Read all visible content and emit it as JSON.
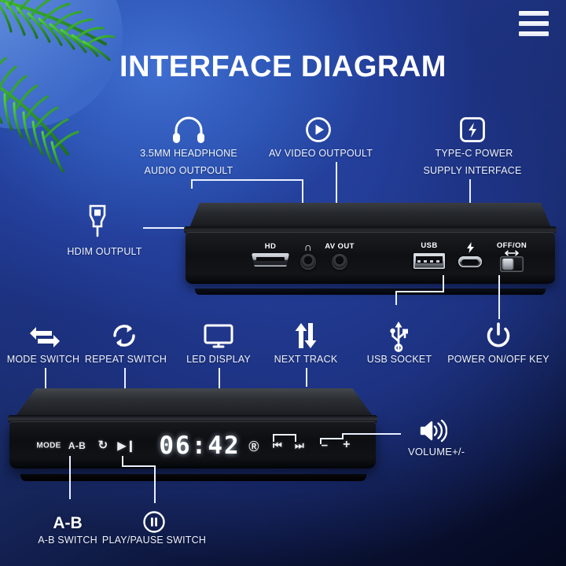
{
  "page": {
    "title": "INTERFACE DIAGRAM",
    "title_plain": "INTERFACE ",
    "title_highlight": "DIAGRAM",
    "menu_icon": "hamburger-menu-icon",
    "bg_top_color": "#2f58b8",
    "bg_bottom_color": "#05091f",
    "accent_color": "#b5a632",
    "leaf_color": "#35a82c"
  },
  "top_callouts": [
    {
      "icon": "headphones-icon",
      "line1": "3.5MM HEADPHONE",
      "line2": "AUDIO OUTPOULT"
    },
    {
      "icon": "play-circle-icon",
      "line1": "AV VIDEO OUTPOULT",
      "line2": ""
    },
    {
      "icon": "battery-charging-icon",
      "line1": "TYPE-C POWER",
      "line2": "SUPPLY INTERFACE"
    }
  ],
  "left_callout": {
    "icon": "hdmi-plug-icon",
    "label": "HDIM OUTPULT"
  },
  "rear_panel": {
    "ports": [
      {
        "name": "hdmi-port",
        "label": "HD"
      },
      {
        "name": "headphone-jack",
        "label": ""
      },
      {
        "name": "av-out-jack",
        "label": "AV OUT"
      },
      {
        "name": "usb-a-port",
        "label": "USB"
      },
      {
        "name": "usb-c-port",
        "label": ""
      },
      {
        "name": "power-slide-switch",
        "label": "OFF/ON"
      }
    ],
    "headphone_symbol": "∩",
    "bolt_symbol": "⚡"
  },
  "mid_callouts": [
    {
      "icon": "mode-switch-icon",
      "label": "MODE SWITCH"
    },
    {
      "icon": "repeat-switch-icon",
      "label": "REPEAT SWITCH"
    },
    {
      "icon": "led-display-icon",
      "label": "LED DISPLAY"
    },
    {
      "icon": "next-track-icon",
      "label": "NEXT TRACK"
    },
    {
      "icon": "usb-socket-icon",
      "label": "USB SOCKET"
    },
    {
      "icon": "power-key-icon",
      "label": "POWER ON/OFF KEY"
    }
  ],
  "front_panel": {
    "mode_label": "MODE",
    "ab_label": "A-B",
    "repeat_symbol": "↻",
    "play_pause_symbol": "▶❙",
    "display_value": "06:42",
    "ir_symbol": "Ⓡ",
    "prev_symbol": "⏮",
    "next_symbol": "⏭",
    "minus_symbol": "−",
    "plus_symbol": "+"
  },
  "bottom_callouts": [
    {
      "icon": "ab-text-icon",
      "big": "A-B",
      "label": "A-B SWITCH"
    },
    {
      "icon": "pause-circle-icon",
      "big": "",
      "label": "PLAY/PAUSE SWITCH"
    }
  ],
  "volume_callout": {
    "icon": "speaker-volume-icon",
    "label": "VOLUME+/-"
  }
}
